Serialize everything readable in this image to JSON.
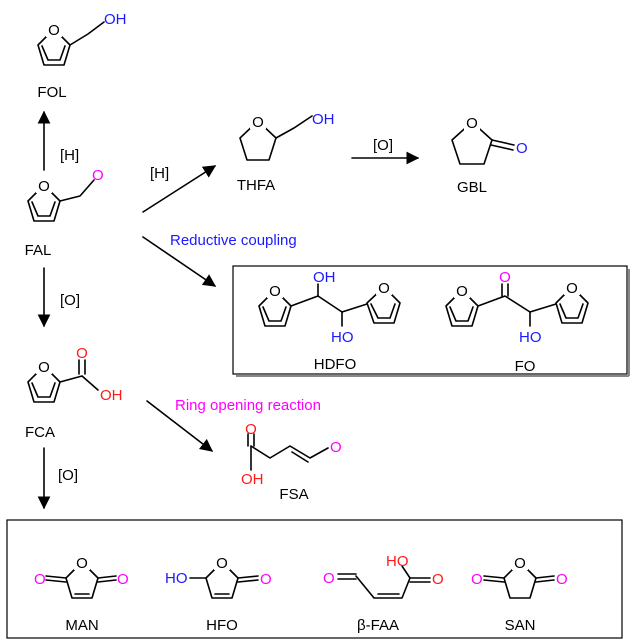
{
  "colors": {
    "black": "#000000",
    "blue": "#1a1aff",
    "red": "#ff1a1a",
    "magenta": "#ff00ff"
  },
  "reagents": {
    "hydrogenation": "[H]",
    "oxidation": "[O]"
  },
  "pathways": {
    "reductive_coupling": "Reductive coupling",
    "ring_opening": "Ring opening reaction"
  },
  "atoms": {
    "oxygen": "O",
    "hydroxyl_right": "OH",
    "hydroxyl_left": "HO"
  },
  "compounds": {
    "fol": "FOL",
    "fal": "FAL",
    "thfa": "THFA",
    "gbl": "GBL",
    "fca": "FCA",
    "hdfo": "HDFO",
    "fo": "FO",
    "fsa": "FSA",
    "man": "MAN",
    "hfo": "HFO",
    "bfaa": "β-FAA",
    "san": "SAN"
  }
}
